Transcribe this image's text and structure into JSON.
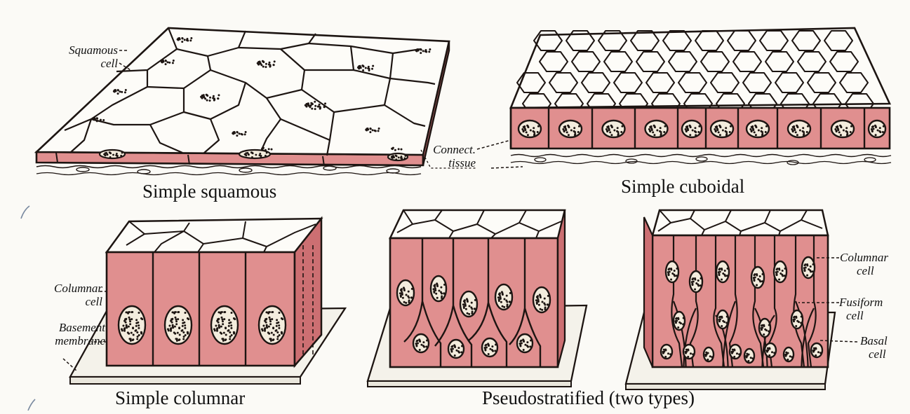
{
  "colors": {
    "tissue": "#e08f8f",
    "tissue_dark": "#cc6f72",
    "outline": "#1d1512",
    "cell_top": "#fdfcf8",
    "nucleus": "#f3ecdd",
    "membrane": "#f4f2ea",
    "paper": "#fbfaf6"
  },
  "panels": {
    "squamous": {
      "caption": "Simple squamous",
      "label_cell_1": "Squamous",
      "label_cell_2": "cell"
    },
    "cuboidal": {
      "caption": "Simple cuboidal",
      "label_tissue_1": "Connect.",
      "label_tissue_2": "tissue"
    },
    "columnar": {
      "caption": "Simple columnar",
      "label_cell_1": "Columnar",
      "label_cell_2": "cell",
      "label_membrane_1": "Basement",
      "label_membrane_2": "membrane"
    },
    "pseudostratified": {
      "caption": "Pseudostratified (two types)",
      "label_columnar_1": "Columnar",
      "label_columnar_2": "cell",
      "label_fusiform_1": "Fusiform",
      "label_fusiform_2": "cell",
      "label_basal_1": "Basal",
      "label_basal_2": "cell"
    }
  }
}
